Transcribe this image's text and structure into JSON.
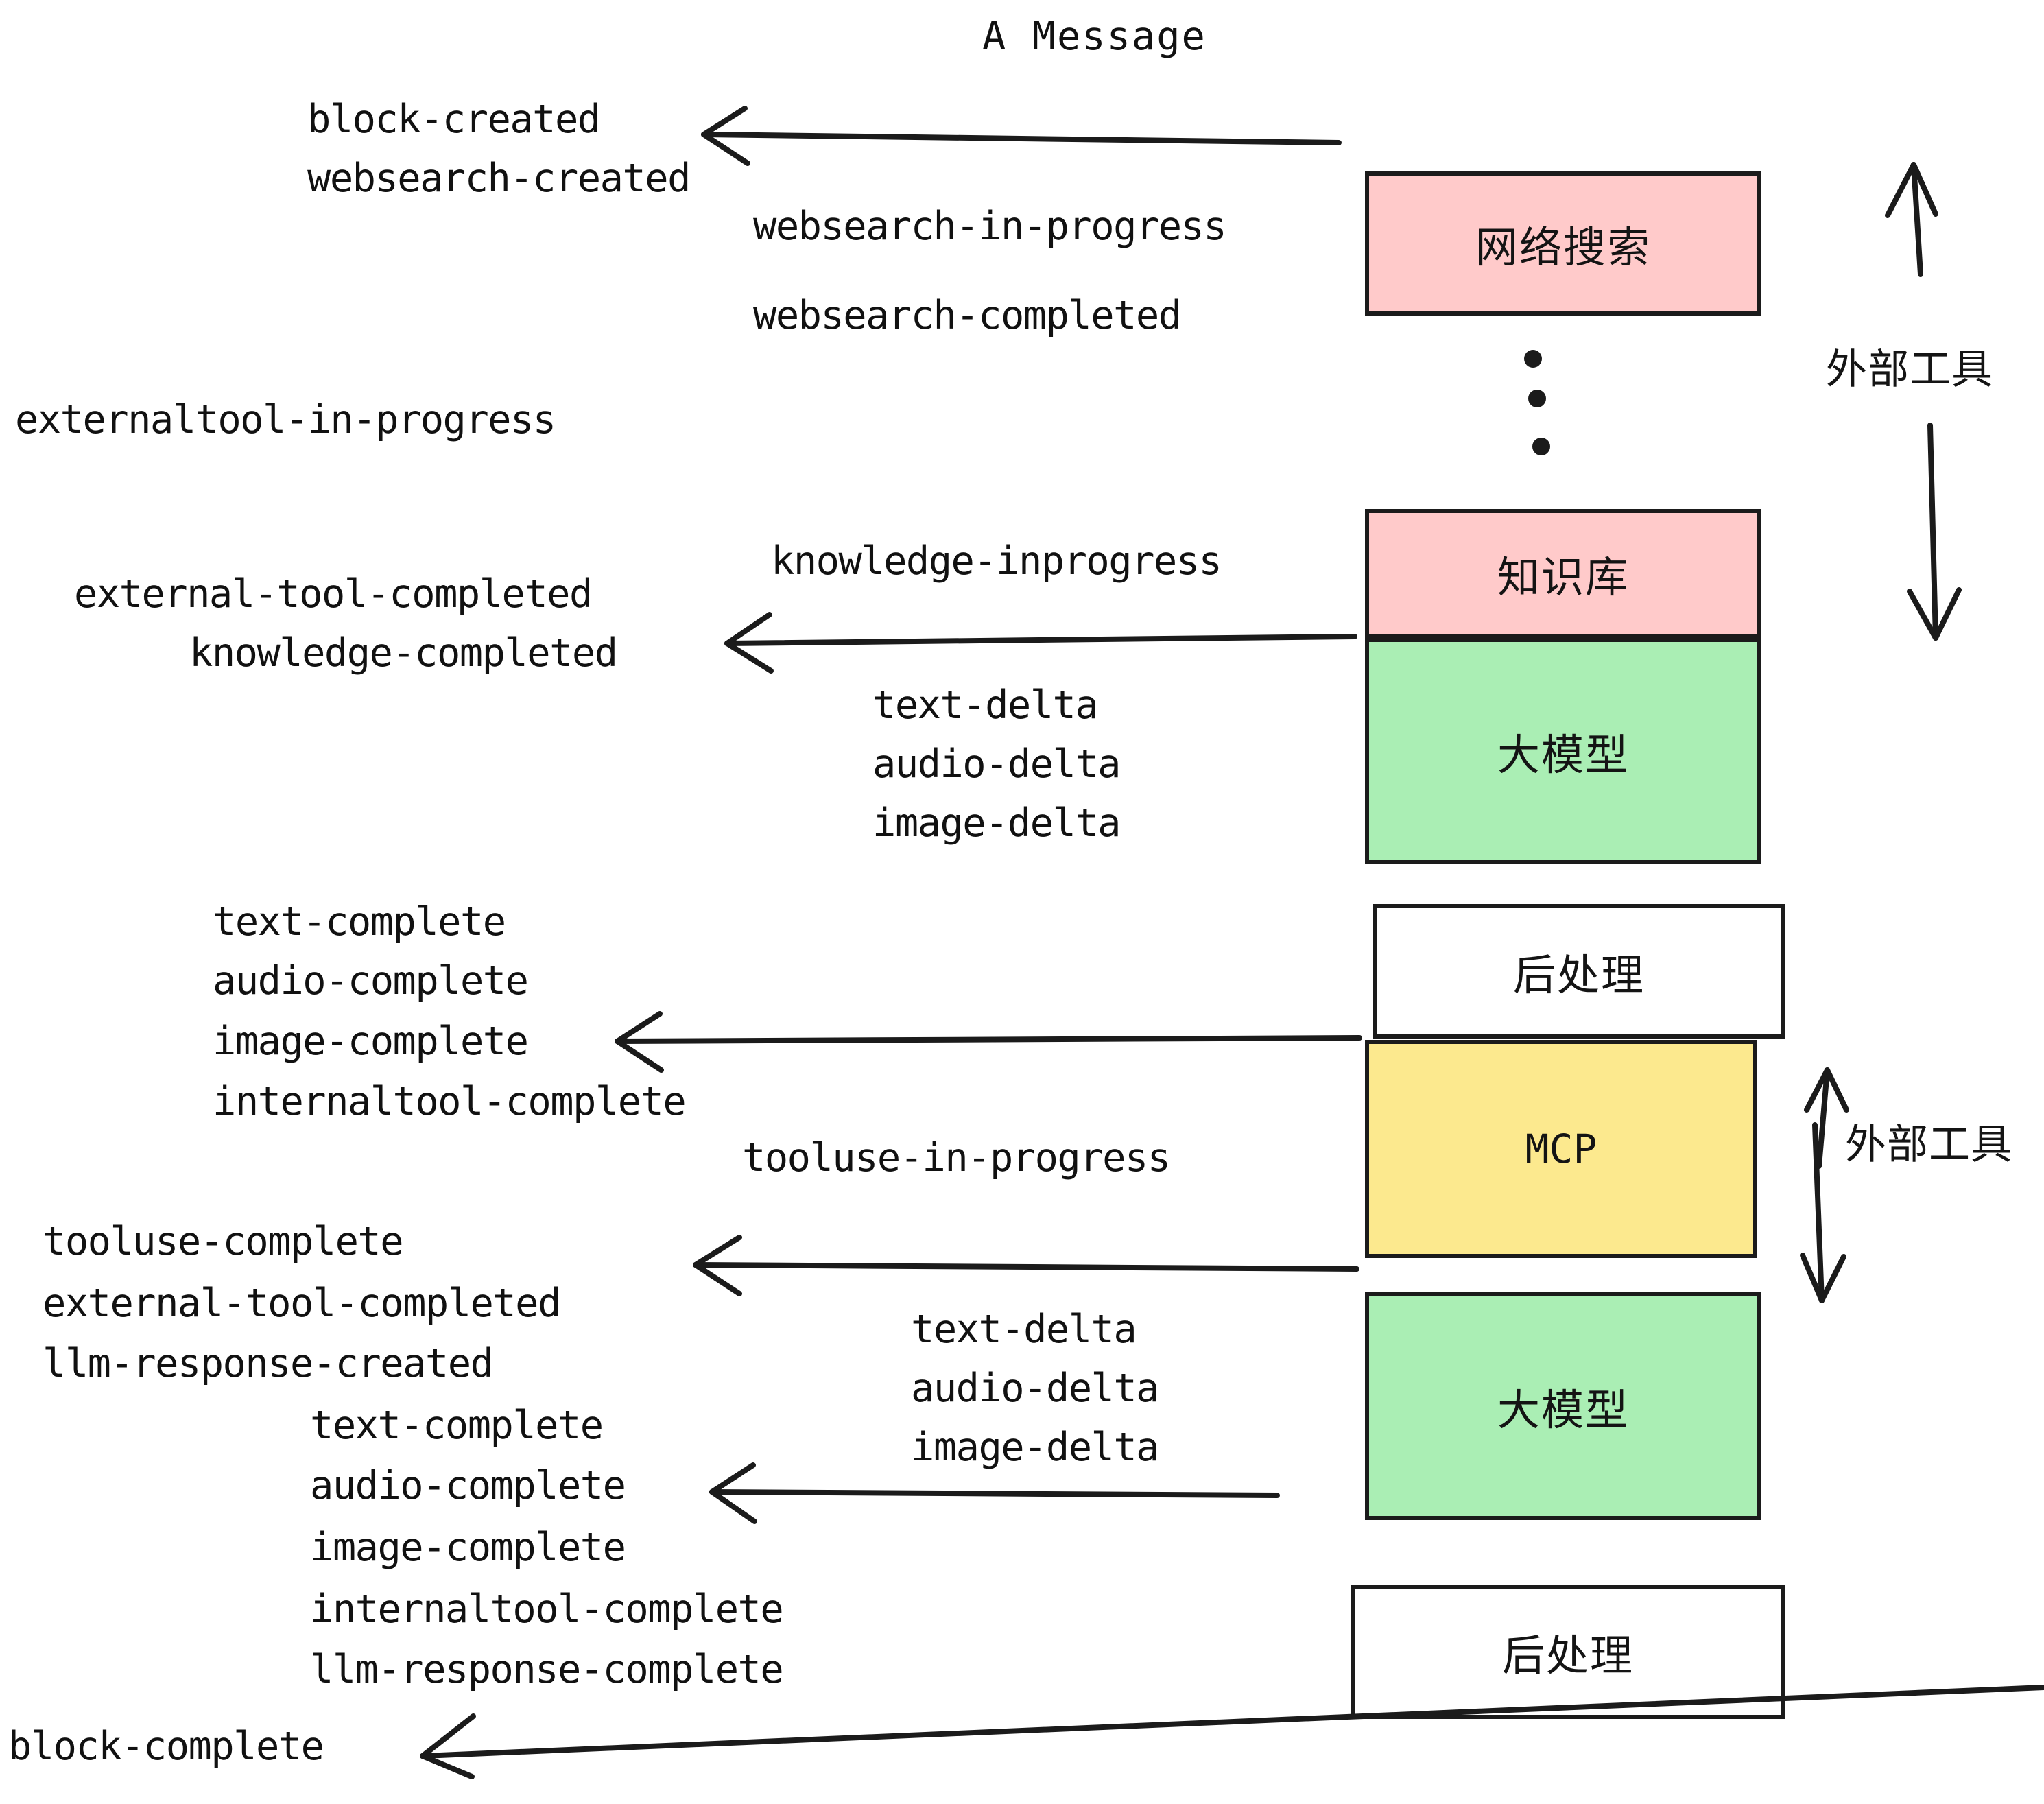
{
  "title": "A Message",
  "boxes": [
    {
      "label": "网络搜索",
      "color": "#FFCACA"
    },
    {
      "label": "知识库",
      "color": "#FFCACA"
    },
    {
      "label": "大模型",
      "color": "#AAEEB4"
    },
    {
      "label": "后处理",
      "color": "#FFFFFF"
    },
    {
      "label": "MCP",
      "color": "#FCE98E"
    },
    {
      "label": "大模型",
      "color": "#AAEEB4"
    },
    {
      "label": "后处理",
      "color": "#FFFFFF"
    }
  ],
  "side_labels": [
    {
      "text": "外部工具"
    },
    {
      "text": "外部工具"
    }
  ],
  "events": [
    {
      "text": "block-created"
    },
    {
      "text": "websearch-created"
    },
    {
      "text": "websearch-in-progress"
    },
    {
      "text": "websearch-completed"
    },
    {
      "text": "externaltool-in-progress"
    },
    {
      "text": "knowledge-inprogress"
    },
    {
      "text": "external-tool-completed"
    },
    {
      "text": "knowledge-completed"
    },
    {
      "text": "text-delta"
    },
    {
      "text": "audio-delta"
    },
    {
      "text": "image-delta"
    },
    {
      "text": "text-complete"
    },
    {
      "text": "audio-complete"
    },
    {
      "text": "image-complete"
    },
    {
      "text": "internaltool-complete"
    },
    {
      "text": "tooluse-in-progress"
    },
    {
      "text": "tooluse-complete"
    },
    {
      "text": "external-tool-completed"
    },
    {
      "text": "llm-response-created"
    },
    {
      "text": "text-delta"
    },
    {
      "text": "audio-delta"
    },
    {
      "text": "image-delta"
    },
    {
      "text": "text-complete"
    },
    {
      "text": "audio-complete"
    },
    {
      "text": "image-complete"
    },
    {
      "text": "internaltool-complete"
    },
    {
      "text": "llm-response-complete"
    },
    {
      "text": "block-complete"
    }
  ],
  "colors": {
    "stroke": "#1b1b1b",
    "pink": "#FFCACA",
    "green": "#AAEEB4",
    "yellow": "#FCE98E",
    "white": "#FFFFFF"
  }
}
